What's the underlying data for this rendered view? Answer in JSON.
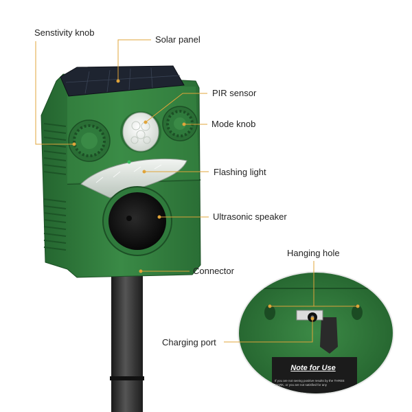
{
  "labels": {
    "sensitivity_knob": "Senstivity knob",
    "solar_panel": "Solar panel",
    "pir_sensor": "PIR sensor",
    "mode_knob": "Mode knob",
    "flashing_light": "Flashing light",
    "ultrasonic_speaker": "Ultrasonic speaker",
    "connector": "Connector",
    "hanging_hole": "Hanging hole",
    "charging_port": "Charging port"
  },
  "note": {
    "title": "Note for Use",
    "body": "If you are not seeing positive results by the THREE MARK, or you are not satisfied for any"
  },
  "colors": {
    "device_green": "#2f7a3c",
    "device_green_dark": "#1f5a2a",
    "leader_line": "#e0a43a",
    "pole": "#2b2b2b"
  }
}
